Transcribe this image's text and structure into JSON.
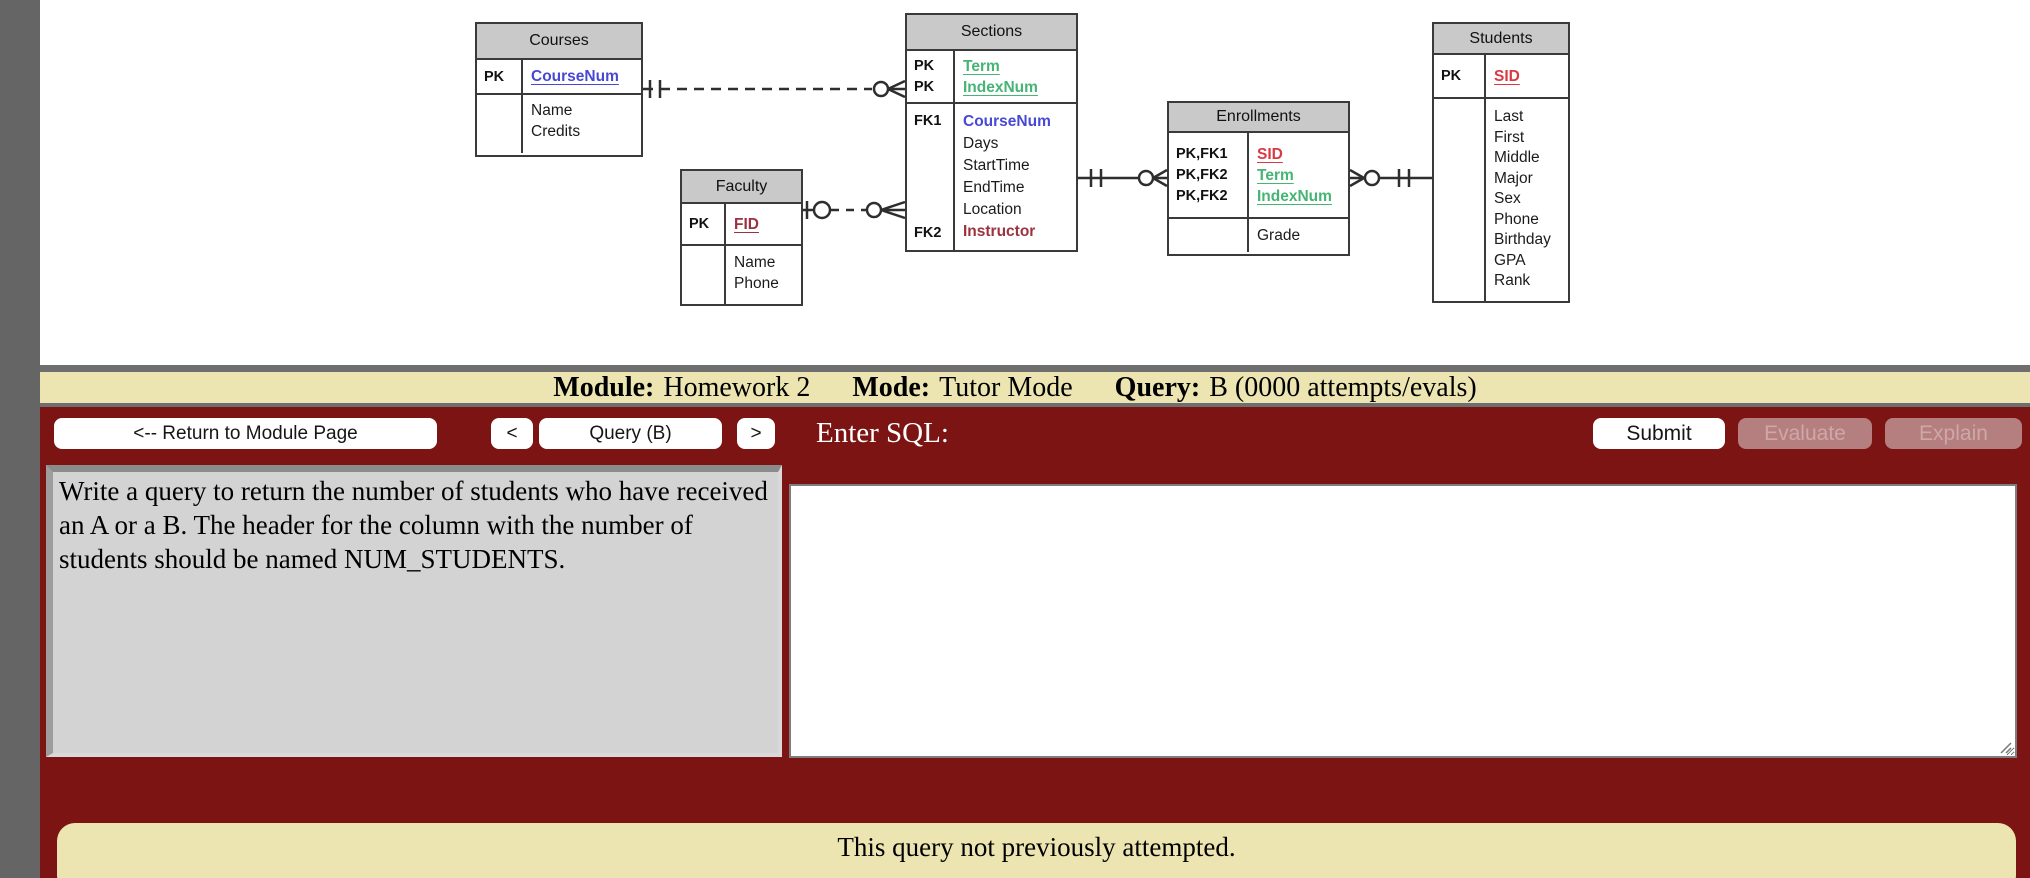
{
  "diagram": {
    "tables": {
      "courses": {
        "title": "Courses",
        "pk_label": "PK",
        "pk_field": "CourseNum",
        "attrs": [
          "Name",
          "Credits"
        ]
      },
      "sections": {
        "title": "Sections",
        "pk_label_1": "PK",
        "pk_label_2": "PK",
        "pk_field_1": "Term",
        "pk_field_2": "IndexNum",
        "fk1_label": "FK1",
        "fk2_label": "FK2",
        "attrs": [
          "CourseNum",
          "Days",
          "StartTime",
          "EndTime",
          "Location",
          "Instructor"
        ]
      },
      "faculty": {
        "title": "Faculty",
        "pk_label": "PK",
        "pk_field": "FID",
        "attrs": [
          "Name",
          "Phone"
        ]
      },
      "enrollments": {
        "title": "Enrollments",
        "key_label_1": "PK,FK1",
        "key_label_2": "PK,FK2",
        "key_label_3": "PK,FK2",
        "key_field_1": "SID",
        "key_field_2": "Term",
        "key_field_3": "IndexNum",
        "attrs": [
          "Grade"
        ]
      },
      "students": {
        "title": "Students",
        "pk_label": "PK",
        "pk_field": "SID",
        "attrs": [
          "Last",
          "First",
          "Middle",
          "Major",
          "Sex",
          "Phone",
          "Birthday",
          "GPA",
          "Rank"
        ]
      }
    },
    "colors": {
      "pk_green": "#45b474",
      "fk_blue": "#4848d6",
      "key_red": "#d83a44",
      "dark_red": "#9c3240",
      "header_gray": "#c9c9c9"
    }
  },
  "status_bar": {
    "module_label": "Module:",
    "module_value": "Homework 2",
    "mode_label": "Mode:",
    "mode_value": "Tutor Mode",
    "query_label": "Query:",
    "query_value": "B (0000 attempts/evals)"
  },
  "toolbar": {
    "return_label": "<-- Return to Module Page",
    "prev_label": "<",
    "query_label": "Query (B)",
    "next_label": ">",
    "enter_sql_label": "Enter SQL:",
    "submit_label": "Submit",
    "evaluate_label": "Evaluate",
    "explain_label": "Explain"
  },
  "question": {
    "text": "Write a query to return the number of students who have received an A or a B. The header for the column with the number of students should be named NUM_STUDENTS."
  },
  "sql_input": {
    "value": ""
  },
  "footer": {
    "message": "This query not previously attempted."
  }
}
